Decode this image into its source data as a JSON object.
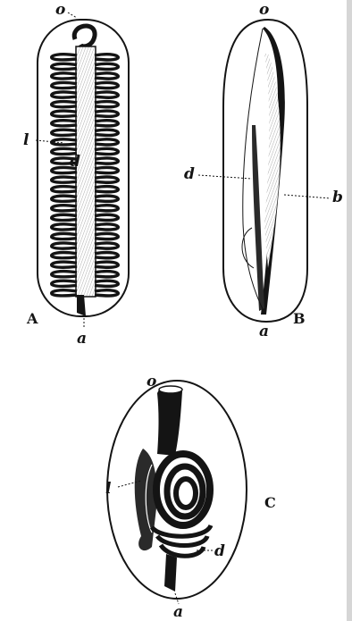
{
  "panels": {
    "A": {
      "caption": "A",
      "labels": {
        "o": "o",
        "l": "l",
        "d": "d",
        "a": "a"
      }
    },
    "B": {
      "caption": "B",
      "labels": {
        "o": "o",
        "d": "d",
        "b": "b",
        "a": "a"
      }
    },
    "C": {
      "caption": "C",
      "labels": {
        "o": "o",
        "l": "l",
        "d": "d",
        "a": "a"
      }
    }
  },
  "colors": {
    "ink": "#141414",
    "paper": "#ffffff"
  }
}
